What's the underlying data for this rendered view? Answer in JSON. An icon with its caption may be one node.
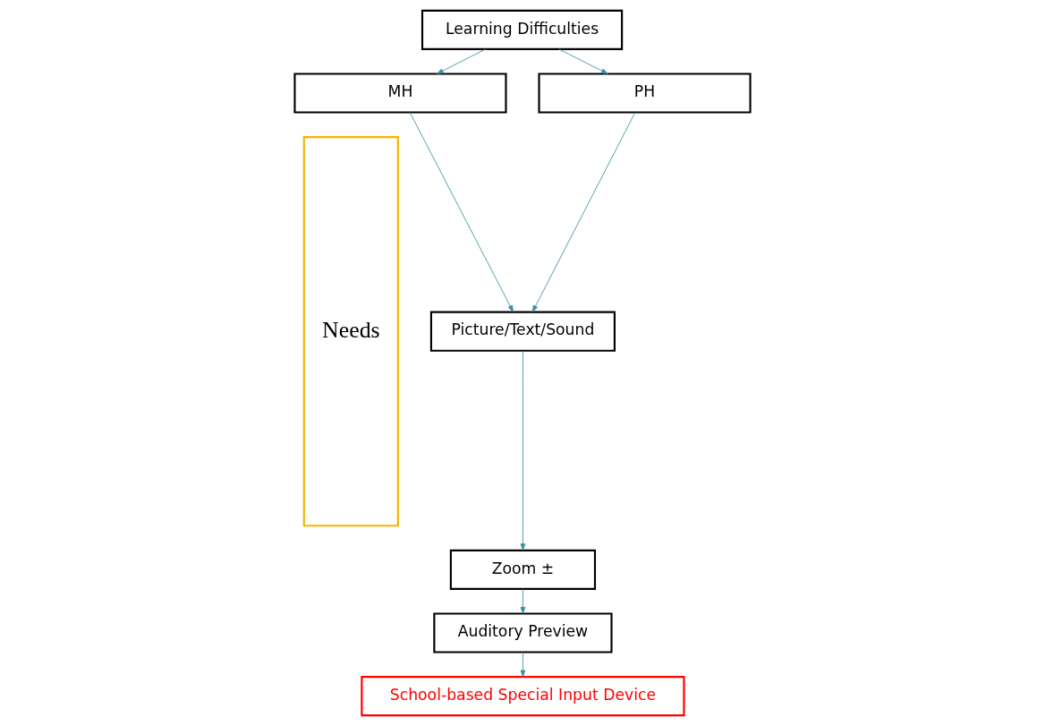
{
  "diagram": {
    "nodes": [
      {
        "text": [
          "Learning Difficulties"
        ]
      },
      {
        "text": [
          "MH"
        ]
      },
      {
        "text": [
          "PH"
        ]
      },
      {
        "text": [
          "Picture/Text/Sound"
        ]
      },
      {
        "text": [
          "Zoom ±"
        ]
      },
      {
        "text": [
          "Auditory Preview"
        ]
      },
      {
        "text": [
          "School-based Special Input Device"
        ]
      },
      {
        "text": [
          "Needs"
        ]
      }
    ],
    "edges": [
      {
        "from": 0,
        "to": 1,
        "arrow": "to"
      },
      {
        "from": 0,
        "to": 2,
        "arrow": "to"
      },
      {
        "from": 1,
        "to": 3,
        "arrow": "to"
      },
      {
        "from": 2,
        "to": 3,
        "arrow": "to"
      },
      {
        "from": 3,
        "to": 4,
        "arrow": "to"
      },
      {
        "from": 4,
        "to": 5,
        "arrow": "to"
      },
      {
        "from": 5,
        "to": 6,
        "arrow": "to"
      }
    ]
  }
}
